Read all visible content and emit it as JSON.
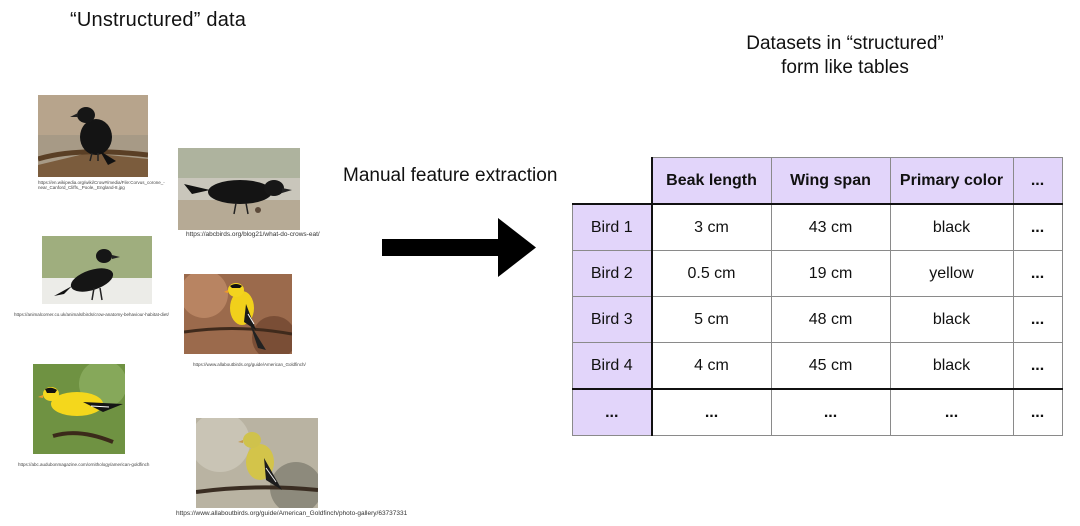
{
  "left_title": "“Unstructured” data",
  "right_title_line1": "Datasets in “structured”",
  "right_title_line2": "form like tables",
  "arrow_label": "Manual feature extraction",
  "images": [
    {
      "subject": "crow on branch",
      "caption": "https://en.wikipedia.org/wiki/Crow#/media/File:Corvus_corone_-near_Canford_Cliffs,_Poole,_England-8.jpg"
    },
    {
      "subject": "crow on ground",
      "caption": "https://abcbirds.org/blog21/what-do-crows-eat/"
    },
    {
      "subject": "crow standing",
      "caption": "https://animalcorner.co.uk/animals/birds/crow-anatomy-behaviour-habitat-diet/"
    },
    {
      "subject": "goldfinch on twig",
      "caption": "https://www.allaboutbirds.org/guide/American_Goldfinch/"
    },
    {
      "subject": "goldfinch perched",
      "caption": "https://abc.audubonmagazine.com/ornithology/american-goldfinch"
    },
    {
      "subject": "goldfinch female",
      "caption": "https://www.allaboutbirds.org/guide/American_Goldfinch/photo-gallery/63737331"
    }
  ],
  "table": {
    "headers": [
      "Beak length",
      "Wing span",
      "Primary color",
      "..."
    ],
    "rows": [
      {
        "label": "Bird 1",
        "cells": [
          "3 cm",
          "43 cm",
          "black",
          "..."
        ]
      },
      {
        "label": "Bird 2",
        "cells": [
          "0.5 cm",
          "19 cm",
          "yellow",
          "..."
        ]
      },
      {
        "label": "Bird 3",
        "cells": [
          "5 cm",
          "48 cm",
          "black",
          "..."
        ]
      },
      {
        "label": "Bird 4",
        "cells": [
          "4 cm",
          "45 cm",
          "black",
          "..."
        ]
      },
      {
        "label": "...",
        "cells": [
          "...",
          "...",
          "...",
          "..."
        ]
      }
    ]
  },
  "colors": {
    "header_bg": "#e2d5fa",
    "arrow": "#000000",
    "grid": "#8a8a8a"
  }
}
